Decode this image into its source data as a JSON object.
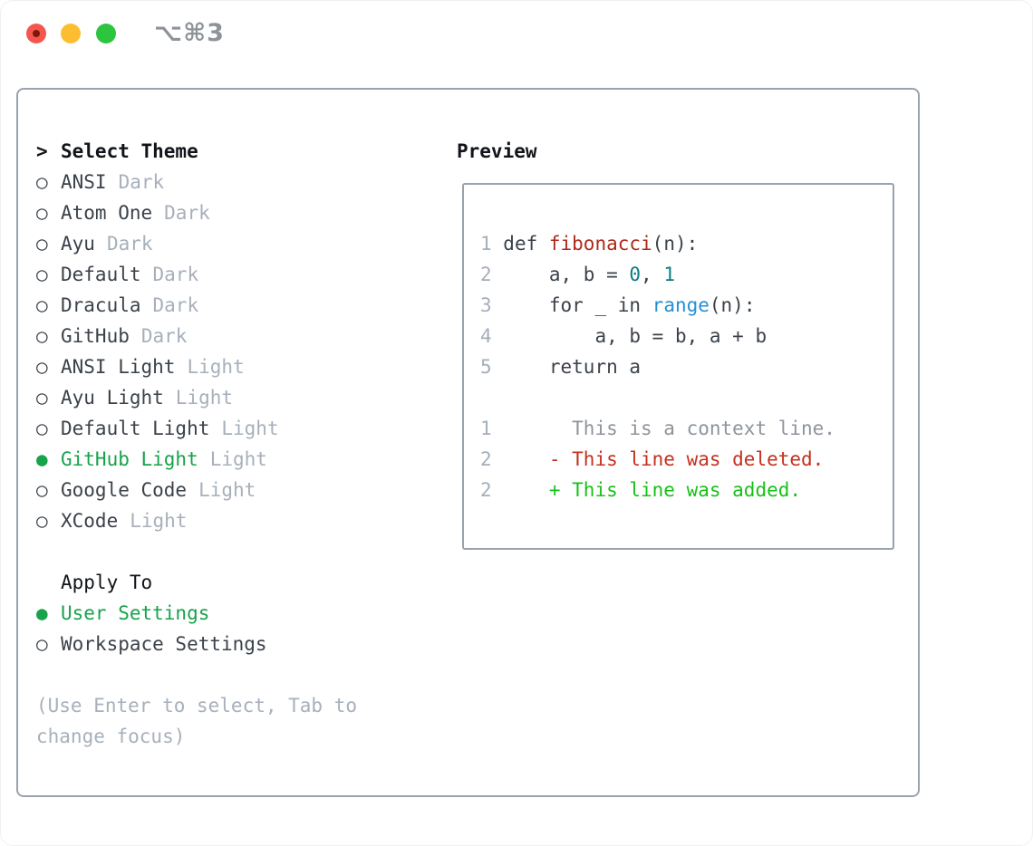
{
  "window": {
    "title": "⌥⌘3",
    "traffic_lights": {
      "close": "#f4564e",
      "minimize": "#fcbe30",
      "zoom": "#2dc53e"
    }
  },
  "picker": {
    "prompt": ">",
    "heading": "Select Theme",
    "radio_unselected": "○",
    "radio_selected": "●",
    "themes": [
      {
        "name": "ANSI",
        "variant": "Dark",
        "selected": false
      },
      {
        "name": "Atom One",
        "variant": "Dark",
        "selected": false
      },
      {
        "name": "Ayu",
        "variant": "Dark",
        "selected": false
      },
      {
        "name": "Default",
        "variant": "Dark",
        "selected": false
      },
      {
        "name": "Dracula",
        "variant": "Dark",
        "selected": false
      },
      {
        "name": "GitHub",
        "variant": "Dark",
        "selected": false
      },
      {
        "name": "ANSI Light",
        "variant": "Light",
        "selected": false
      },
      {
        "name": "Ayu Light",
        "variant": "Light",
        "selected": false
      },
      {
        "name": "Default Light",
        "variant": "Light",
        "selected": false
      },
      {
        "name": "GitHub Light",
        "variant": "Light",
        "selected": true
      },
      {
        "name": "Google Code",
        "variant": "Light",
        "selected": false
      },
      {
        "name": "XCode",
        "variant": "Light",
        "selected": false
      }
    ],
    "apply": {
      "heading": "Apply To",
      "options": [
        {
          "label": "User Settings",
          "selected": true
        },
        {
          "label": "Workspace Settings",
          "selected": false
        }
      ]
    },
    "hint_lines": [
      "(Use Enter to select, Tab to",
      "change focus)"
    ]
  },
  "preview": {
    "heading": "Preview",
    "code_lines": [
      {
        "no": "1",
        "tokens": [
          {
            "t": "def ",
            "c": "default"
          },
          {
            "t": "fibonacci",
            "c": "func"
          },
          {
            "t": "(n):",
            "c": "default"
          }
        ]
      },
      {
        "no": "2",
        "tokens": [
          {
            "t": "    a, b = ",
            "c": "default"
          },
          {
            "t": "0",
            "c": "num"
          },
          {
            "t": ", ",
            "c": "default"
          },
          {
            "t": "1",
            "c": "num"
          }
        ]
      },
      {
        "no": "3",
        "tokens": [
          {
            "t": "    for _ in ",
            "c": "default"
          },
          {
            "t": "range",
            "c": "builtin"
          },
          {
            "t": "(n):",
            "c": "default"
          }
        ]
      },
      {
        "no": "4",
        "tokens": [
          {
            "t": "        a, b = b, a + b",
            "c": "default"
          }
        ]
      },
      {
        "no": "5",
        "tokens": [
          {
            "t": "    return a",
            "c": "default"
          }
        ]
      }
    ],
    "diff_lines": [
      {
        "no": "1",
        "tokens": [
          {
            "t": "      This is a context line.",
            "c": "ctx"
          }
        ]
      },
      {
        "no": "2",
        "tokens": [
          {
            "t": "    - This line was deleted.",
            "c": "del"
          }
        ]
      },
      {
        "no": "2",
        "tokens": [
          {
            "t": "    + This line was added.",
            "c": "add"
          }
        ]
      }
    ]
  },
  "colors": {
    "text_dark": "#3b424a",
    "heading": "#111418",
    "muted": "#a7b0bb",
    "lineno": "#a5aeb9",
    "green_sel": "#17a34a",
    "add": "#17c117",
    "del": "#c5301f",
    "func": "#ae2a1c",
    "builtin": "#2590d2",
    "num": "#0b7c80",
    "ctx": "#8d949c",
    "border": "#9aa3ad",
    "title_gray": "#8e939a"
  }
}
